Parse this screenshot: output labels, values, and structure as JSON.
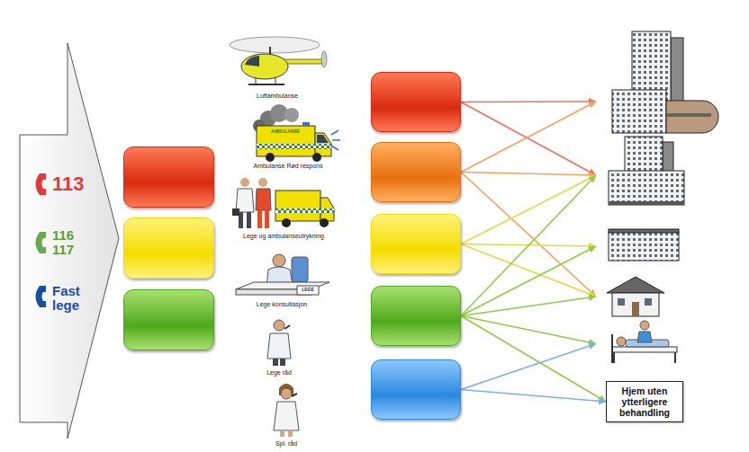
{
  "diagram": {
    "nodes": [
      {
        "text": []
      },
      {
        "text": []
      },
      {
        "text": []
      },
      {
        "text": []
      },
      {
        "text": []
      },
      {
        "text": []
      },
      {
        "text": []
      },
      {
        "text": []
      },
      {
        "text": []
      },
      {
        "text": []
      },
      {
        "text": []
      },
      {
        "text": []
      },
      {
        "text": []
      },
      {
        "text": [
          "Hjem uten ytterligere behandling"
        ]
      }
    ],
    "edges": [
      {
        "from": 3,
        "to": 8,
        "arrow": "to"
      },
      {
        "from": 3,
        "to": 9,
        "arrow": "to"
      },
      {
        "from": 4,
        "to": 8,
        "arrow": "to"
      },
      {
        "from": 4,
        "to": 9,
        "arrow": "to"
      },
      {
        "from": 4,
        "to": 11,
        "arrow": "to"
      },
      {
        "from": 5,
        "to": 9,
        "arrow": "to"
      },
      {
        "from": 5,
        "to": 10,
        "arrow": "to"
      },
      {
        "from": 5,
        "to": 11,
        "arrow": "to"
      },
      {
        "from": 6,
        "to": 9,
        "arrow": "to"
      },
      {
        "from": 6,
        "to": 10,
        "arrow": "to"
      },
      {
        "from": 6,
        "to": 11,
        "arrow": "to"
      },
      {
        "from": 6,
        "to": 12,
        "arrow": "to"
      },
      {
        "from": 6,
        "to": 13,
        "arrow": "to"
      },
      {
        "from": 7,
        "to": 12,
        "arrow": "to"
      },
      {
        "from": 7,
        "to": 13,
        "arrow": "to"
      }
    ],
    "labels": [
      "113",
      "116 117",
      "Fast lege",
      "Luftambulanse",
      "AMBULANSE",
      "Ambulanse Rød respons",
      "Lege og ambulanseutrykning",
      "LEGE",
      "Lege konsultasjon",
      "Lege råd",
      "Spl. råd"
    ]
  }
}
